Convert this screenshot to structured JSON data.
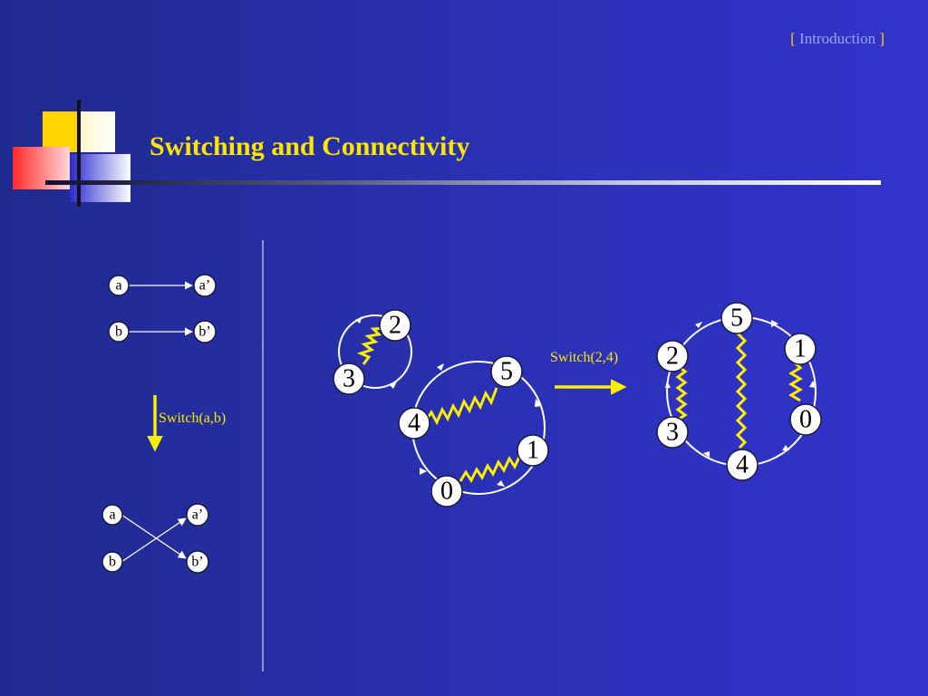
{
  "header": {
    "section_tag": "Introduction",
    "title": "Switching and Connectivity"
  },
  "left_panel": {
    "before": {
      "nodes": [
        "a",
        "a’",
        "b",
        "b’"
      ]
    },
    "switch_label": "Switch(a,b)",
    "after": {
      "nodes": [
        "a",
        "a’",
        "b",
        "b’"
      ]
    }
  },
  "right_panel": {
    "switch_label": "Switch(2,4)",
    "before": {
      "small_cycle_nodes": [
        "2",
        "3"
      ],
      "large_cycle_nodes": [
        "5",
        "4",
        "1",
        "0"
      ]
    },
    "after": {
      "cycle_nodes": [
        "5",
        "1",
        "0",
        "4",
        "3",
        "2"
      ]
    }
  },
  "colors": {
    "background": "#2a31b5",
    "title": "#ffe600",
    "spring": "#ffee00",
    "ring": "#ffffff"
  }
}
